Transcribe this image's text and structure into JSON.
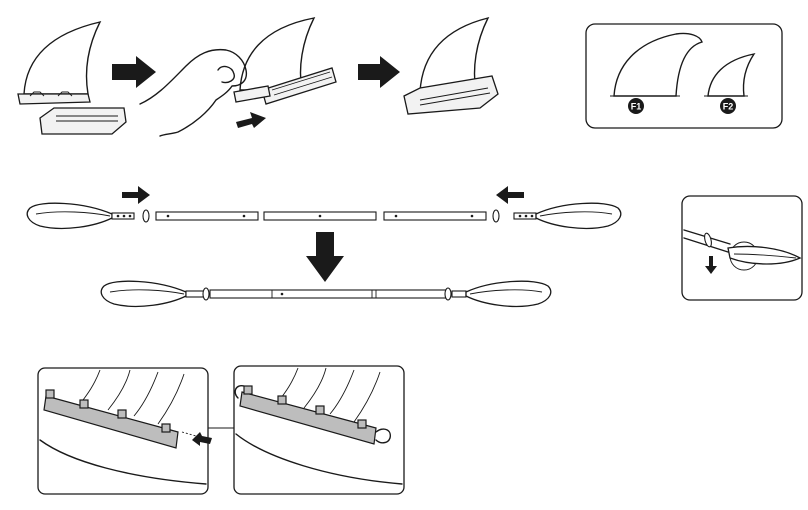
{
  "figure": {
    "sections": [
      "fin-installation",
      "fin-types",
      "paddle-assembly",
      "paddle-drip-ring-detail",
      "traction-strap-installation"
    ]
  },
  "fin_types": {
    "items": [
      {
        "label": "F1"
      },
      {
        "label": "F2"
      }
    ]
  },
  "colors": {
    "line": "#1a1a1a",
    "badge": "#1a1a1a",
    "plate": "#bdbdbd",
    "background": "#ffffff"
  }
}
